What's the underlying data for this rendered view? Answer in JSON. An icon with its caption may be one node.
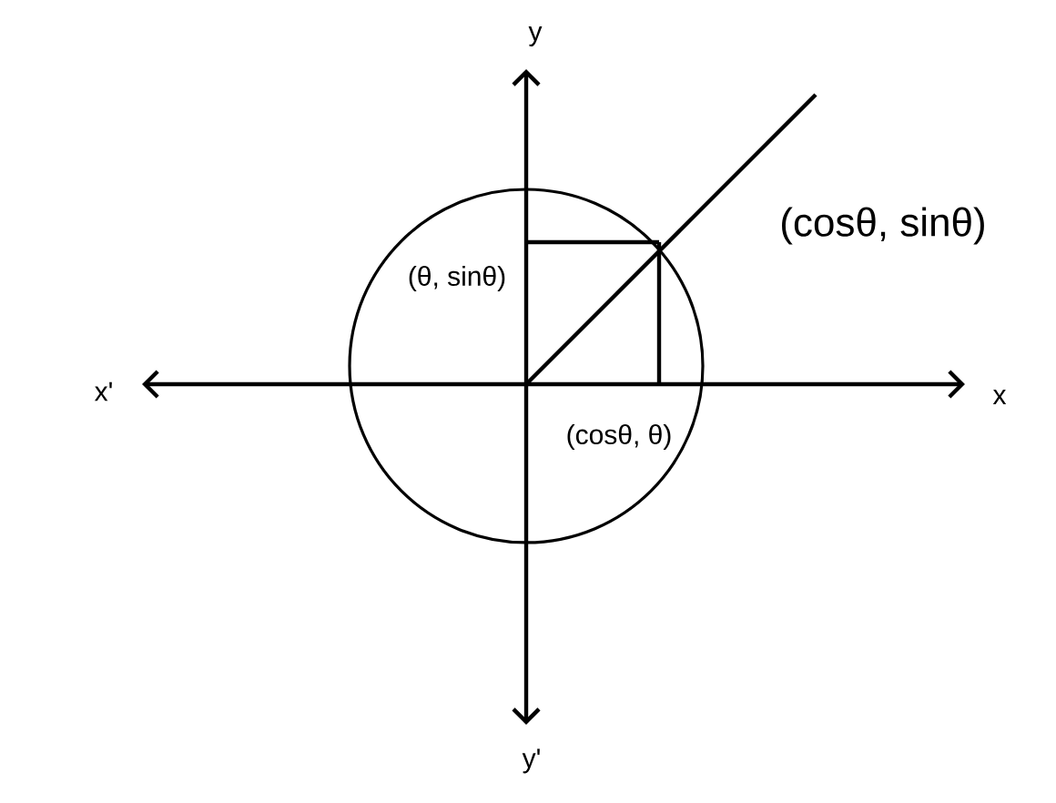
{
  "diagram": {
    "labels": [
      "y",
      "(cosθ, sinθ)",
      "(θ, sinθ)",
      "x'",
      "x",
      "(cosθ, θ)",
      "y'"
    ]
  }
}
